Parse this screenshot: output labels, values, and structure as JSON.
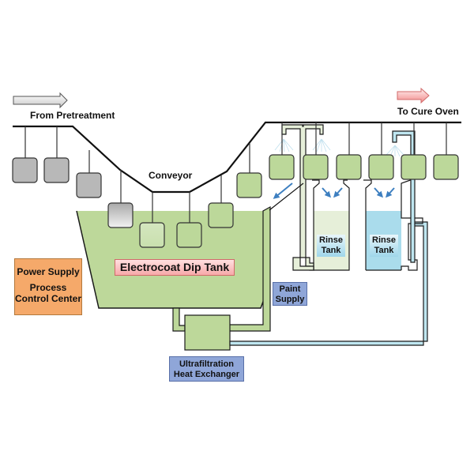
{
  "diagram": {
    "title": "Electrocoat painting line",
    "labels": {
      "from": "From Pretreatment",
      "to": "To Cure Oven",
      "conveyor": "Conveyor",
      "dip_tank": "Electrocoat Dip Tank",
      "power_line1": "Power Supply",
      "power_line2a": "Process",
      "power_line2b": "Control Center",
      "paint_line1": "Paint",
      "paint_line2": "Supply",
      "uf_line1": "Ultrafiltration",
      "uf_line2": "Heat Exchanger",
      "rinse1_line1": "Rinse",
      "rinse1_line2": "Tank",
      "rinse2_line1": "Rinse",
      "rinse2_line2": "Tank"
    },
    "colors": {
      "paint_green": "#bdd89a",
      "part_green": "#bcd89a",
      "part_gray": "#b8b8b8",
      "rinse_light": "#e6efd9",
      "rinse_blue": "#aadcec",
      "pipe_blue": "#bfe6f0",
      "power_orange": "#f5a96a",
      "label_blue": "#8fa6d8",
      "dip_label": "#f7a9a9",
      "arrow_blue": "#3d7fc0",
      "arrow_red": "#f28b8b"
    },
    "nodes": [
      {
        "id": "pretreatment",
        "label": "From Pretreatment"
      },
      {
        "id": "conveyor",
        "label": "Conveyor"
      },
      {
        "id": "dip_tank",
        "label": "Electrocoat Dip Tank"
      },
      {
        "id": "rinse_tank_1",
        "label": "Rinse Tank"
      },
      {
        "id": "rinse_tank_2",
        "label": "Rinse Tank"
      },
      {
        "id": "uf_hx",
        "label": "Ultrafiltration Heat Exchanger"
      },
      {
        "id": "paint_supply",
        "label": "Paint Supply"
      },
      {
        "id": "power",
        "label": "Power Supply / Process Control Center"
      },
      {
        "id": "cure_oven",
        "label": "To Cure Oven"
      }
    ],
    "edges": [
      {
        "from": "pretreatment",
        "to": "dip_tank",
        "via": "conveyor"
      },
      {
        "from": "dip_tank",
        "to": "rinse_tank_1",
        "via": "conveyor"
      },
      {
        "from": "rinse_tank_1",
        "to": "rinse_tank_2",
        "via": "conveyor"
      },
      {
        "from": "rinse_tank_2",
        "to": "cure_oven",
        "via": "conveyor"
      },
      {
        "from": "dip_tank",
        "to": "uf_hx"
      },
      {
        "from": "uf_hx",
        "to": "dip_tank"
      },
      {
        "from": "uf_hx",
        "to": "rinse_tank_2"
      },
      {
        "from": "paint_supply",
        "to": "dip_tank"
      }
    ]
  }
}
